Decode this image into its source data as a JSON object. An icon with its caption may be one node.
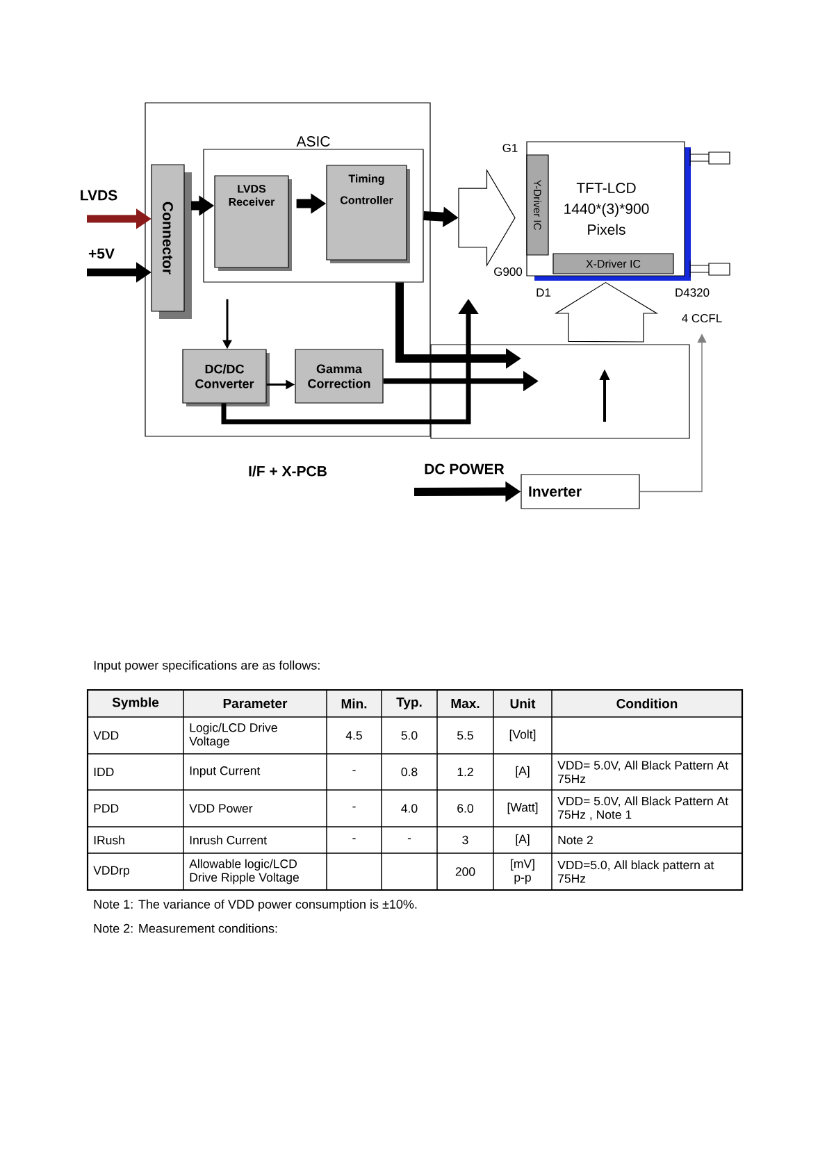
{
  "diagram": {
    "nodes": [
      {
        "text": [
          "I/F + X-PCB"
        ]
      },
      {
        "text": [
          "ASIC"
        ],
        "in": 0
      },
      {
        "text": [
          "Connector"
        ],
        "in": 0
      },
      {
        "text": [
          "LVDS Receiver"
        ],
        "in": 1
      },
      {
        "text": [
          "Timing Controller"
        ],
        "in": 1
      },
      {
        "text": [
          "DC/DC Converter"
        ],
        "in": 0
      },
      {
        "text": [
          "Gamma Correction"
        ],
        "in": 0
      },
      {
        "text": [],
        "shape": "arrow"
      },
      {
        "text": [
          "TFT-LCD 1440*(3)*900 Pixels"
        ]
      },
      {
        "text": [
          "Y-Driver IC"
        ],
        "in": 8
      },
      {
        "text": [
          "X-Driver IC"
        ],
        "in": 8
      },
      {
        "text": [],
        "shape": "box"
      },
      {
        "text": [
          "4 CCFL"
        ]
      },
      {
        "text": [
          "Inverter"
        ]
      }
    ],
    "edges": [
      {
        "from": null,
        "to": 2,
        "arrow": "to",
        "label": "LVDS",
        "color": "#8b1a1a"
      },
      {
        "from": null,
        "to": 2,
        "arrow": "to",
        "label": "+5V"
      },
      {
        "from": 2,
        "to": 3,
        "arrow": "to"
      },
      {
        "from": 3,
        "to": 4,
        "arrow": "to"
      },
      {
        "from": 1,
        "to": 7,
        "arrow": "to"
      },
      {
        "from": 1,
        "to": 5,
        "arrow": "to"
      },
      {
        "from": 5,
        "to": 6,
        "arrow": "to"
      },
      {
        "from": 1,
        "to": 11,
        "arrow": "to"
      },
      {
        "from": 6,
        "to": 11,
        "arrow": "to"
      },
      {
        "from": 5,
        "to": null,
        "arrow": "to"
      },
      {
        "from": 11,
        "to": 8,
        "arrow": "to"
      },
      {
        "from": null,
        "to": 13,
        "arrow": "to",
        "label": "DC POWER"
      },
      {
        "from": 13,
        "to": 12,
        "arrow": "to",
        "color": "#808080"
      }
    ],
    "labels": [
      "G1",
      "G900",
      "D1",
      "D4320",
      "Input power specifications are as follows:",
      "Symble",
      "Parameter",
      "Min.",
      "Typ.",
      "Max.",
      "Unit",
      "Condition",
      "VDD",
      "Logic/LCD Drive Voltage",
      "4.5",
      "5.0",
      "5.5",
      "[Volt]",
      "IDD",
      "Input Current",
      "-",
      "0.8",
      "1.2",
      "[A]",
      "VDD= 5.0V, All Black Pattern At 75Hz",
      "PDD",
      "VDD Power",
      "-",
      "4.0",
      "6.0",
      "[Watt]",
      "VDD= 5.0V, All Black Pattern At 75Hz , Note 1",
      "IRush",
      "Inrush Current",
      "-",
      "-",
      "3",
      "[A]",
      "Note 2",
      "VDDrp",
      "Allowable logic/LCD Drive Ripple Voltage",
      "200",
      "[mV] p-p",
      "VDD=5.0, All black pattern at 75Hz",
      "Note 1: The variance of VDD power consumption is ±10%.",
      "Note 2: Measurement conditions:"
    ]
  }
}
